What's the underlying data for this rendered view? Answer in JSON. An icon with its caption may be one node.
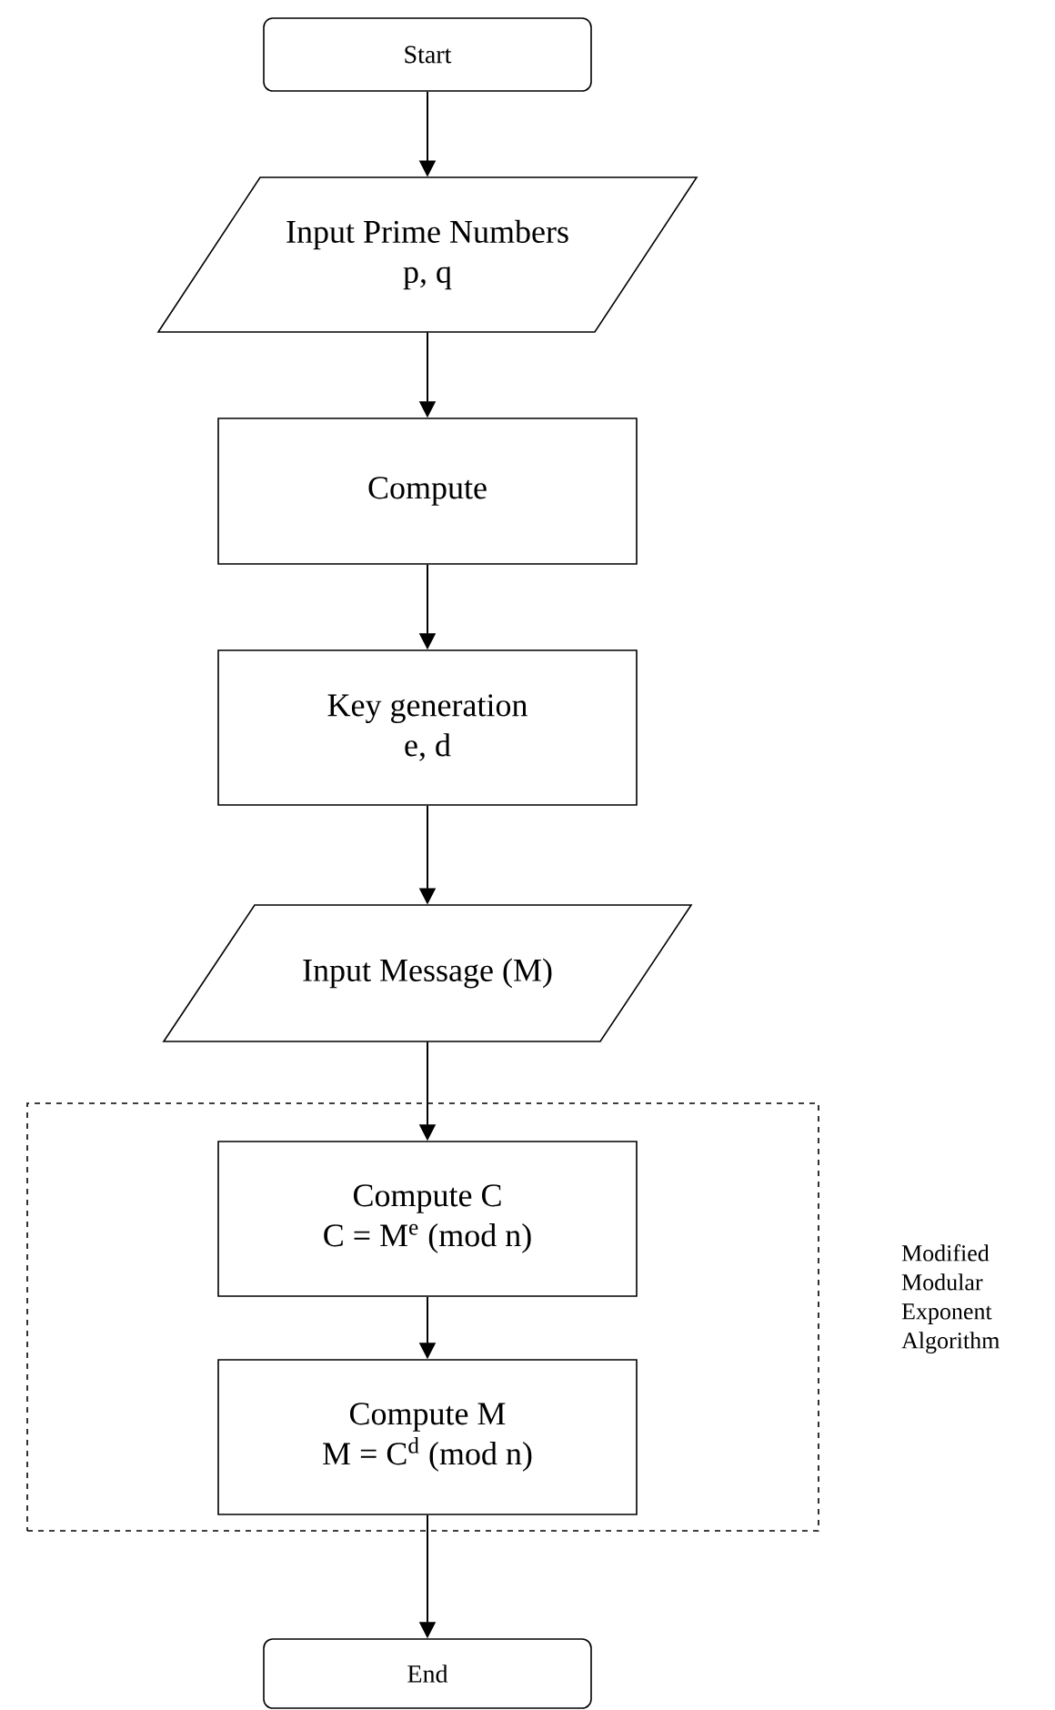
{
  "diagram": {
    "nodes": [
      {
        "text": [
          "Start"
        ]
      },
      {
        "text": [
          "Input Prime Numbers",
          "p, q"
        ]
      },
      {
        "text": [
          "Compute"
        ]
      },
      {
        "text": [
          "Key generation",
          "e, d"
        ]
      },
      {
        "text": [
          "Input Message  (M)"
        ]
      },
      {
        "text": [
          "Modified Modular Exponent Algorithm"
        ]
      },
      {
        "text": [
          "Compute C",
          "C = M$^{e}$ (mod n)"
        ],
        "in": 5
      },
      {
        "text": [
          "Compute M",
          "M = C$^{d}$ (mod n)"
        ],
        "in": 5
      },
      {
        "text": [
          "End"
        ]
      }
    ],
    "edges": [
      {
        "from": 0,
        "to": 1,
        "arrow": "to"
      },
      {
        "from": 1,
        "to": 2,
        "arrow": "to"
      },
      {
        "from": 2,
        "to": 3,
        "arrow": "to"
      },
      {
        "from": 3,
        "to": 4,
        "arrow": "to"
      },
      {
        "from": 4,
        "to": 6,
        "arrow": "to"
      },
      {
        "from": 6,
        "to": 7,
        "arrow": "to"
      },
      {
        "from": 7,
        "to": 8,
        "arrow": "to"
      }
    ]
  }
}
